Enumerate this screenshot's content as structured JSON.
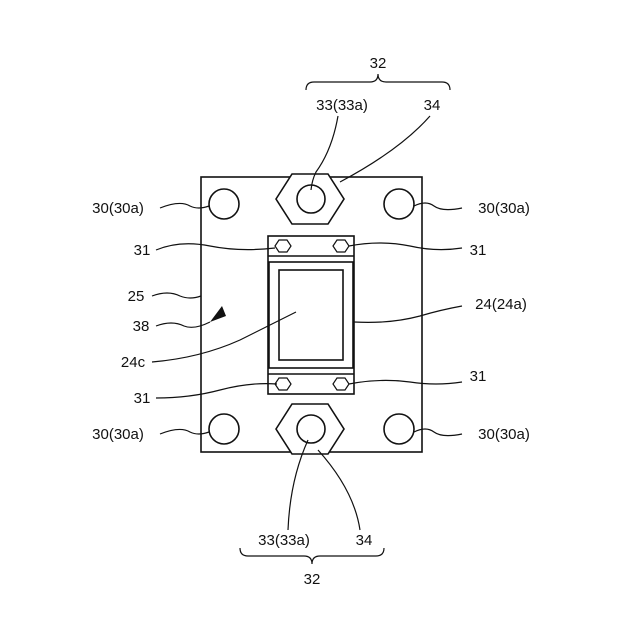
{
  "labels": {
    "top_group": "32",
    "top_bolt": "33(33a)",
    "top_nut": "34",
    "bottom_group": "32",
    "bottom_bolt": "33(33a)",
    "bottom_nut": "34",
    "hole_tl": "30(30a)",
    "hole_tr": "30(30a)",
    "hole_bl": "30(30a)",
    "hole_br": "30(30a)",
    "screw_tl": "31",
    "screw_tr": "31",
    "screw_bl": "31",
    "screw_br": "31",
    "plate": "25",
    "arrow": "38",
    "window": "24c",
    "module": "24(24a)"
  }
}
